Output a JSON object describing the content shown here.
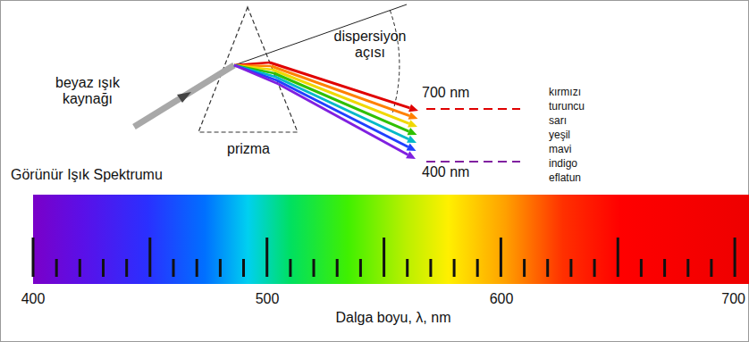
{
  "diagram": {
    "labels": [
      "beyaz ışık kaynağı",
      "prizma",
      "dispersiyon açısı",
      "700 nm",
      "400 nm",
      "kırmızı",
      "turuncu",
      "sarı",
      "yeşil",
      "mavi",
      "indigo",
      "eflatun",
      "Görünür Işık Spektrumu",
      "400",
      "500",
      "600",
      "700",
      "Dalga boyu, λ, nm"
    ]
  }
}
